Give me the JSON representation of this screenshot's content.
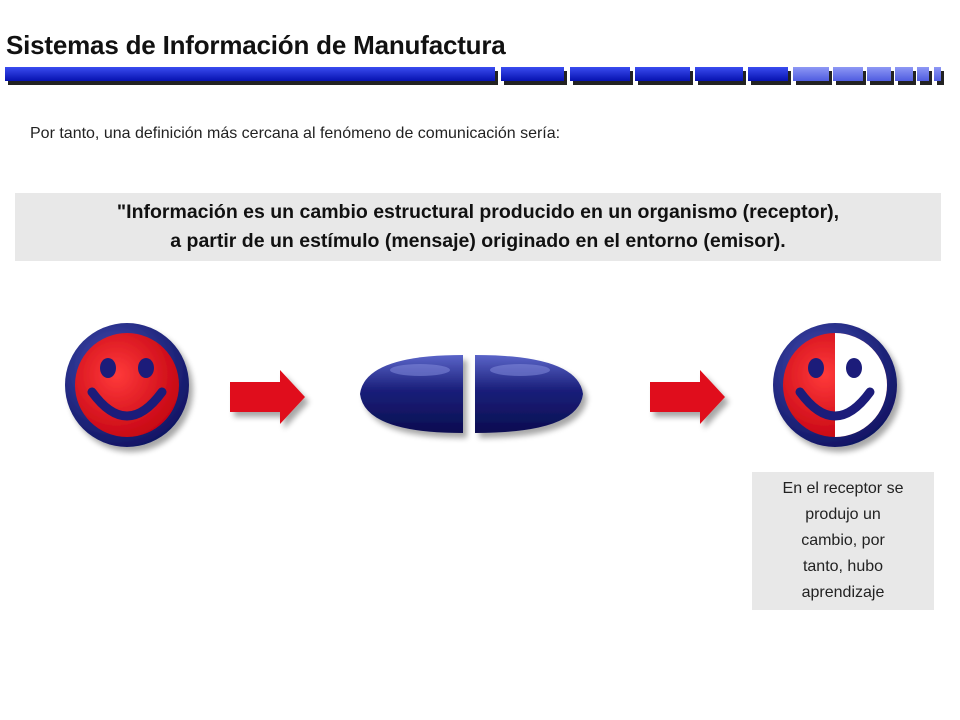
{
  "header": {
    "title": "Sistemas de Información de Manufactura"
  },
  "intro": {
    "text": "Por tanto, una definición más cercana al fenómeno de comunicación sería:"
  },
  "quote": {
    "line1": "\"Información es un cambio estructural producido en un organismo (receptor),",
    "line2": "a partir de un estímulo (mensaje) originado en el entorno (emisor)."
  },
  "note": {
    "lines": [
      "En el receptor se",
      "produjo un",
      "cambio, por",
      "tanto, hubo",
      "aprendizaje"
    ]
  },
  "diagram": {
    "icons": [
      "emitter-smiley-icon",
      "arrow-right-icon",
      "message-pill-icon",
      "arrow-right-icon",
      "receptor-smiley-icon"
    ]
  },
  "colors": {
    "navy": "#1a1f7a",
    "red": "#e0101a",
    "bar_blue": "#0a1ed8",
    "gray_box": "#e8e8e8"
  }
}
